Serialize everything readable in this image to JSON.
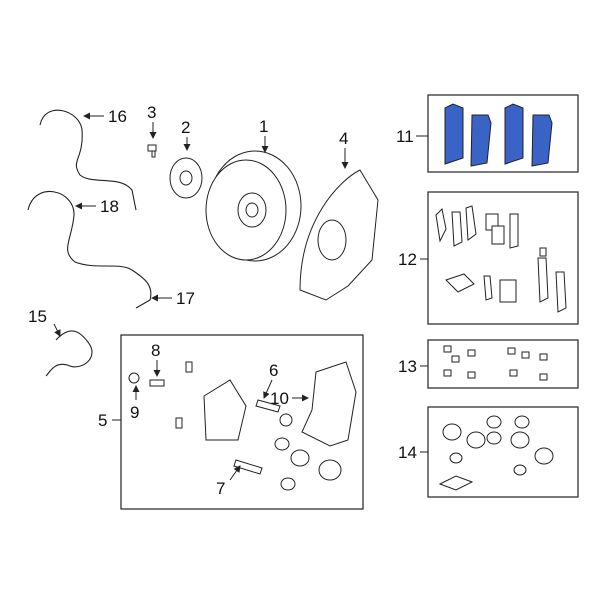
{
  "diagram": {
    "callouts": {
      "c1": "1",
      "c2": "2",
      "c3": "3",
      "c4": "4",
      "c5": "5",
      "c6": "6",
      "c7": "7",
      "c8": "8",
      "c9": "9",
      "c10": "10",
      "c11": "11",
      "c12": "12",
      "c13": "13",
      "c14": "14",
      "c15": "15",
      "c16": "16",
      "c17": "17",
      "c18": "18"
    },
    "highlight_color": "#3a63c8"
  }
}
